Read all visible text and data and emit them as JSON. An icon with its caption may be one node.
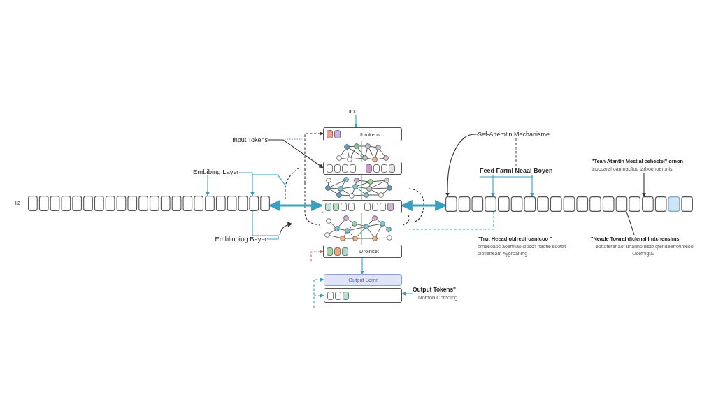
{
  "diagram": {
    "nodes": [
      {
        "text": [],
        "shape": "bar"
      },
      {
        "text": [
          "Ibrokens"
        ]
      },
      {
        "text": [],
        "shape": "box"
      },
      {
        "text": [],
        "shape": "box"
      },
      {
        "text": [
          "Droinset"
        ]
      },
      {
        "text": [
          "Output Lemr"
        ]
      },
      {
        "text": [],
        "shape": "box"
      },
      {
        "text": [],
        "shape": "bar"
      },
      {
        "text": [
          "ll00"
        ]
      },
      {
        "text": [
          "Input Tokens"
        ]
      },
      {
        "text": [
          "Embibing Layer"
        ]
      },
      {
        "text": [
          "Emblinping Bayer"
        ]
      },
      {
        "text": [
          "Sef-Attemtin Mechanisme"
        ]
      },
      {
        "text": [
          "Feed Farml Neaal Boyen"
        ]
      },
      {
        "text": [
          "\"Teah Atantin Mestial cehestel\" ornon",
          "tnocoaral oarnnacfioc tarboonoerpnis"
        ]
      },
      {
        "text": [
          "\"Neade Towral diclenal Imtchensims",
          "i eottoterer aof uhannoinistb qtendeerrotinleoo Ocefnigia."
        ]
      },
      {
        "text": [
          "Output Tokens\"",
          "Nomon Comoing"
        ]
      }
    ],
    "edges": [
      {
        "from": 8,
        "to": 1,
        "arrow": "to"
      },
      {
        "from": 9,
        "to": 2,
        "arrow": "to",
        "color": "#333333"
      },
      {
        "from": 10,
        "to": 0,
        "arrow": "to"
      },
      {
        "from": 10,
        "to": 0,
        "arrow": "to"
      },
      {
        "from": 11,
        "to": 0,
        "arrow": "none"
      },
      {
        "from": 0,
        "to": 3,
        "arrow": "both",
        "style": "thick"
      },
      {
        "from": 3,
        "to": 7,
        "arrow": "both",
        "style": "thick"
      },
      {
        "from": 12,
        "to": 7,
        "arrow": "to",
        "color": "#333333"
      },
      {
        "from": 13,
        "to": 7,
        "arrow": "to"
      },
      {
        "from": 13,
        "to": 7,
        "arrow": "to"
      },
      {
        "from": 14,
        "to": 7,
        "arrow": "to",
        "color": "#333333"
      },
      {
        "from": 15,
        "to": 7,
        "arrow": "none",
        "color": "#333333"
      },
      {
        "from": 7,
        "to": null,
        "arrow": "none",
        "style": "dashed"
      },
      {
        "from": null,
        "to": 1,
        "arrow": "to",
        "style": "dashed",
        "color": "#333333"
      },
      {
        "from": null,
        "to": 4,
        "arrow": "to",
        "style": "dashed",
        "color": "#d9604f"
      },
      {
        "from": 4,
        "to": 5,
        "arrow": "to"
      },
      {
        "from": null,
        "to": 5,
        "arrow": "to",
        "style": "dashed"
      },
      {
        "from": null,
        "to": 6,
        "arrow": "to",
        "style": "dashed"
      },
      {
        "from": 16,
        "to": 6,
        "arrow": "to"
      },
      {
        "from": 1,
        "to": 2,
        "arrow": "none",
        "color": "#58b27a"
      },
      {
        "from": 2,
        "to": 3,
        "arrow": "none",
        "color": "#58b27a"
      },
      {
        "from": 3,
        "to": 4,
        "arrow": "none",
        "color": "#58b27a"
      },
      {
        "from": 12,
        "to": 13,
        "arrow": "none",
        "style": "dashed",
        "color": "#555555"
      }
    ],
    "labels": [
      "ll2",
      "\"Trut Heead oblrediroanicoo \"",
      "brneeoaoc aoertnao ciocc'f naofie soottrt oiotleneam Aygroaning"
    ]
  }
}
